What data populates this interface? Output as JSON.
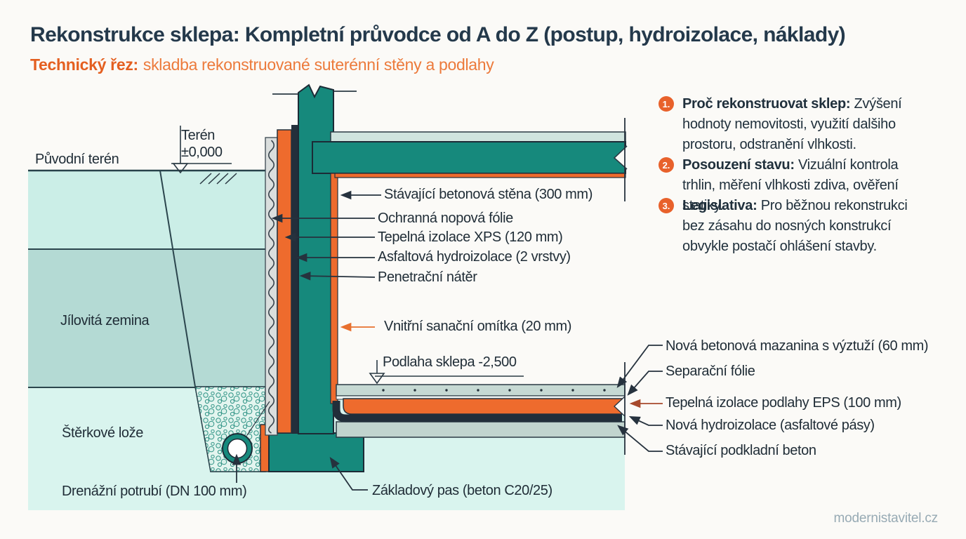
{
  "header": {
    "title": "Rekonstrukce sklepa: Kompletní průvodce od A do Z (postup, hydroizolace, náklady)",
    "subtitle_bold": "Technický řez:",
    "subtitle_rest": "skladba rekonstruované suterénní stěny a podlahy"
  },
  "diagram": {
    "labels": {
      "puvodni_teren": "Původní terén",
      "teren_mark": "Terén\n±0,000",
      "jilovita_zemina": "Jílovitá zemina",
      "sterkove_loze": "Štěrkové lože",
      "drenazni_potrubi": "Drenážní potrubí (DN 100 mm)",
      "zakladovy_pas": "Základový pas (beton C20/25)",
      "stavajici_stena": "Stávající betonová stěna (300 mm)",
      "nopova_folie": "Ochranná nopová fólie",
      "tepelna_izolace_xps": "Tepelná izolace XPS (120 mm)",
      "asfaltova_hydroizolace": "Asfaltová hydroizolace (2 vrstvy)",
      "penetracni_nater": "Penetrační nátěr",
      "vnitrni_omitka": "Vnitřní sanační omítka (20 mm)",
      "podlaha_sklepa": "Podlaha sklepa -2,500",
      "mazanina": "Nová betonová mazanina s výztuží (60 mm)",
      "separacni_folie": "Separační fólie",
      "eps_podlaha": "Tepelná izolace podlahy EPS (100 mm)",
      "nova_hydroizolace": "Nová hydroizolace (asfaltové pásy)",
      "podkladni_beton": "Stávající podkladní beton"
    }
  },
  "notes": {
    "items": [
      {
        "num": "1.",
        "bold": "Proč rekonstruovat sklep:",
        "text": " Zvýšení hodnoty nemovitosti, využití dalšiho prostoru, odstranění vlhkosti."
      },
      {
        "num": "2.",
        "bold": "Posouzení stavu:",
        "text": " Vizuální kontrola trhlin, měření vlhkosti zdiva, ověření statiky."
      },
      {
        "num": "3.",
        "bold": "Legislativa:",
        "text": " Pro běžnou rekonstrukci bez zásahu do nosných konstrukcí obvykle postačí ohlášení stavby."
      }
    ]
  },
  "footer": {
    "watermark": "modernistavitel.cz"
  },
  "colors": {
    "teal_concrete": "#16897c",
    "orange_insulation": "#ee6b2d",
    "dark_navy": "#222e3a",
    "accent_orange": "#e8612b",
    "title_navy": "#24394b",
    "soil_top": "#cbeee7",
    "soil_clay": "#b4dad4",
    "soil_bottom": "#d9f4ee",
    "screed_gray": "#c6d9d3",
    "watermark_gray": "#97aab4"
  }
}
